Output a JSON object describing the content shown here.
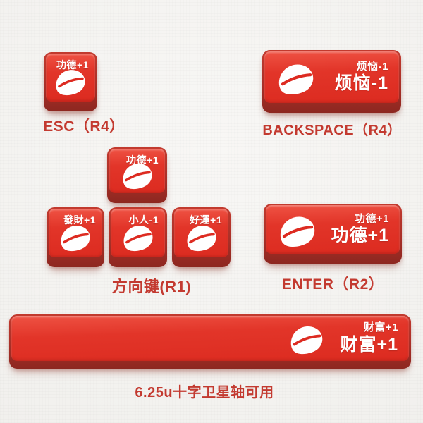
{
  "colors": {
    "background": "#f5f4f1",
    "keycap_face_red": "#dd2c21",
    "keycap_side_red": "#a03028",
    "legend_white": "#ffffff",
    "caption_red": "#c33a30"
  },
  "icon": {
    "name": "wooden-fish-icon"
  },
  "keys": {
    "esc": {
      "tag": "功德+1",
      "label": "ESC（R4）"
    },
    "backspace": {
      "tag_small": "烦恼-1",
      "tag_large": "烦恼-1",
      "label": "BACKSPACE（R4）"
    },
    "arrow_up": {
      "tag": "功德+1"
    },
    "arrow_left": {
      "tag": "發財+1"
    },
    "arrow_down": {
      "tag": "小人-1"
    },
    "arrow_right": {
      "tag": "好運+1"
    },
    "arrows": {
      "label": "方向键(R1)"
    },
    "enter": {
      "tag_small": "功德+1",
      "tag_large": "功德+1",
      "label": "ENTER（R2）"
    },
    "space": {
      "tag_small": "财富+1",
      "tag_large": "财富+1",
      "label": "6.25u十字卫星轴可用"
    }
  }
}
